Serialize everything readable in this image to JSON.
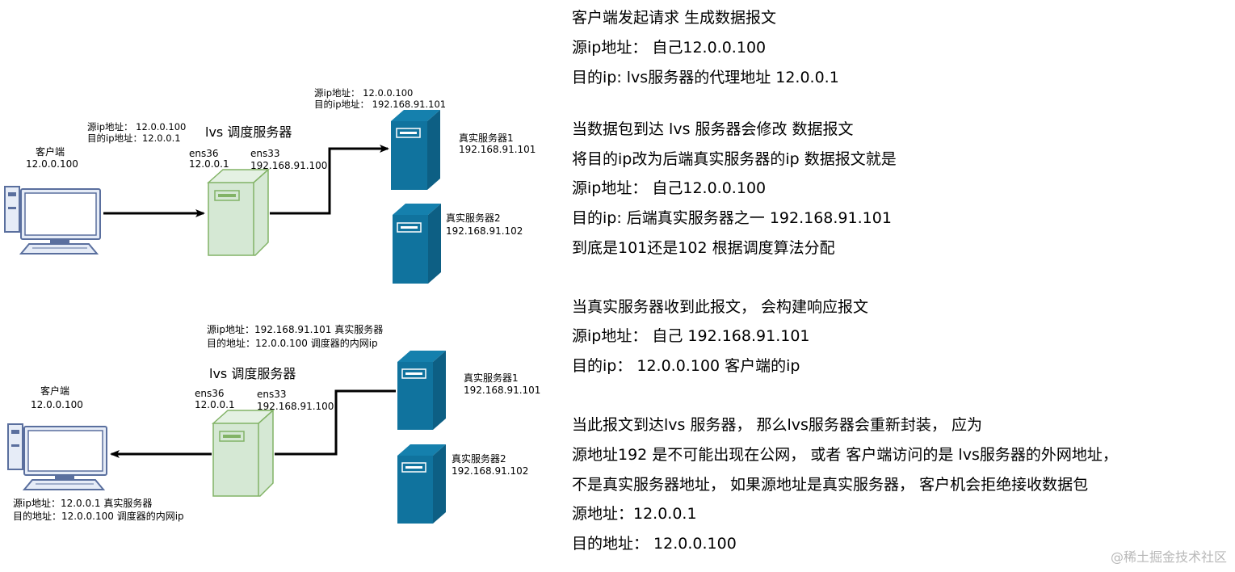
{
  "top": {
    "header_src": "源ip地址： 12.0.0.100",
    "header_dst": "目的ip地址： 192.168.91.101",
    "client_src": "源ip地址： 12.0.0.100",
    "client_dst": "目的ip地址：12.0.0.1",
    "client_title": "客户端",
    "client_ip": "12.0.0.100",
    "lvs_title": "lvs 调度服务器",
    "ens36_name": "ens36",
    "ens36_ip": "12.0.0.1",
    "ens33_name": "ens33",
    "ens33_ip": "192.168.91.100",
    "rs1_name": "真实服务器1",
    "rs1_ip": "192.168.91.101",
    "rs2_name": "真实服务器2",
    "rs2_ip": "192.168.91.102"
  },
  "bottom": {
    "header_src": "源ip地址：192.168.91.101    真实服务器",
    "header_dst": "目的地址：12.0.0.100   调度器的内网ip",
    "lvs_title": "lvs 调度服务器",
    "client_title": "客户端",
    "client_ip": "12.0.0.100",
    "ens36_name": "ens36",
    "ens36_ip": "12.0.0.1",
    "ens33_name": "ens33",
    "ens33_ip": "192.168.91.100",
    "rs1_name": "真实服务器1",
    "rs1_ip": "192.168.91.101",
    "rs2_name": "真实服务器2",
    "rs2_ip": "192.168.91.102",
    "footer_src": "源ip地址：12.0.0.1    真实服务器",
    "footer_dst": "目的地址：12.0.0.100  调度器的内网ip"
  },
  "right_text": [
    "客户端发起请求    生成数据报文",
    "源ip地址：  自己12.0.0.100",
    "目的ip:  lvs服务器的代理地址  12.0.0.1",
    "当数据包到达 lvs 服务器会修改 数据报文",
    "将目的ip改为后端真实服务器的ip  数据报文就是",
    "源ip地址：  自己12.0.0.100",
    "目的ip:  后端真实服务器之一  192.168.91.101",
    "到底是101还是102 根据调度算法分配",
    "当真实服务器收到此报文， 会构建响应报文",
    "源ip地址：  自己  192.168.91.101",
    "目的ip：   12.0.0.100    客户端的ip",
    "当此报文到达lvs  服务器，  那么lvs服务器会重新封装，  应为",
    "源地址192    是不可能出现在公网，  或者  客户端访问的是  lvs服务器的外网地址，",
    "不是真实服务器地址，  如果源地址是真实服务器，  客户机会拒绝接收数据包",
    "源地址：12.0.0.1",
    "目的地址：  12.0.0.100"
  ],
  "watermark": "@稀土掘金技术社区",
  "colors": {
    "lvs_fill": "#d5e8d4",
    "lvs_stroke": "#82b366",
    "server_fill": "#10739e",
    "client_stroke": "#5a6f9e",
    "client_fill": "#e6ecf7",
    "arrow": "#000000"
  }
}
